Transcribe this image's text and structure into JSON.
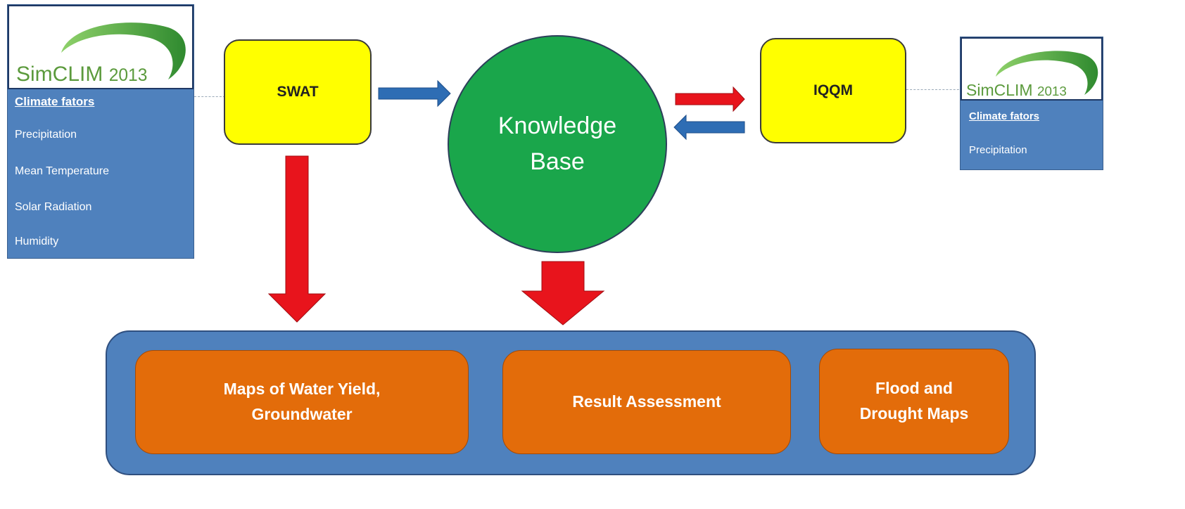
{
  "left_simclim": {
    "logo_text": "SimCLIM",
    "logo_year": "2013",
    "title": "Climate fators",
    "factors": [
      "Precipitation",
      "Mean Temperature",
      "Solar Radiation",
      "Humidity"
    ]
  },
  "right_simclim": {
    "logo_text": "SimCLIM",
    "logo_year": "2013",
    "title": "Climate fators",
    "factors": [
      "Precipitation"
    ]
  },
  "models": {
    "swat": "SWAT",
    "iqqm": "IQQM"
  },
  "knowledge_base": {
    "line1": "Knowledge",
    "line2": "Base"
  },
  "outputs": [
    {
      "line1": "Maps of Water Yield,",
      "line2": "Groundwater"
    },
    {
      "line1": "Result Assessment",
      "line2": ""
    },
    {
      "line1": "Flood and",
      "line2": "Drought Maps"
    }
  ],
  "colors": {
    "panel_blue": "#4f81bd",
    "model_yellow": "#ffff00",
    "kb_green": "#1aa64b",
    "output_orange": "#e36c0a",
    "arrow_red": "#e8141c",
    "arrow_blue": "#2e6db4",
    "logo_green": "#5b9a3c"
  }
}
